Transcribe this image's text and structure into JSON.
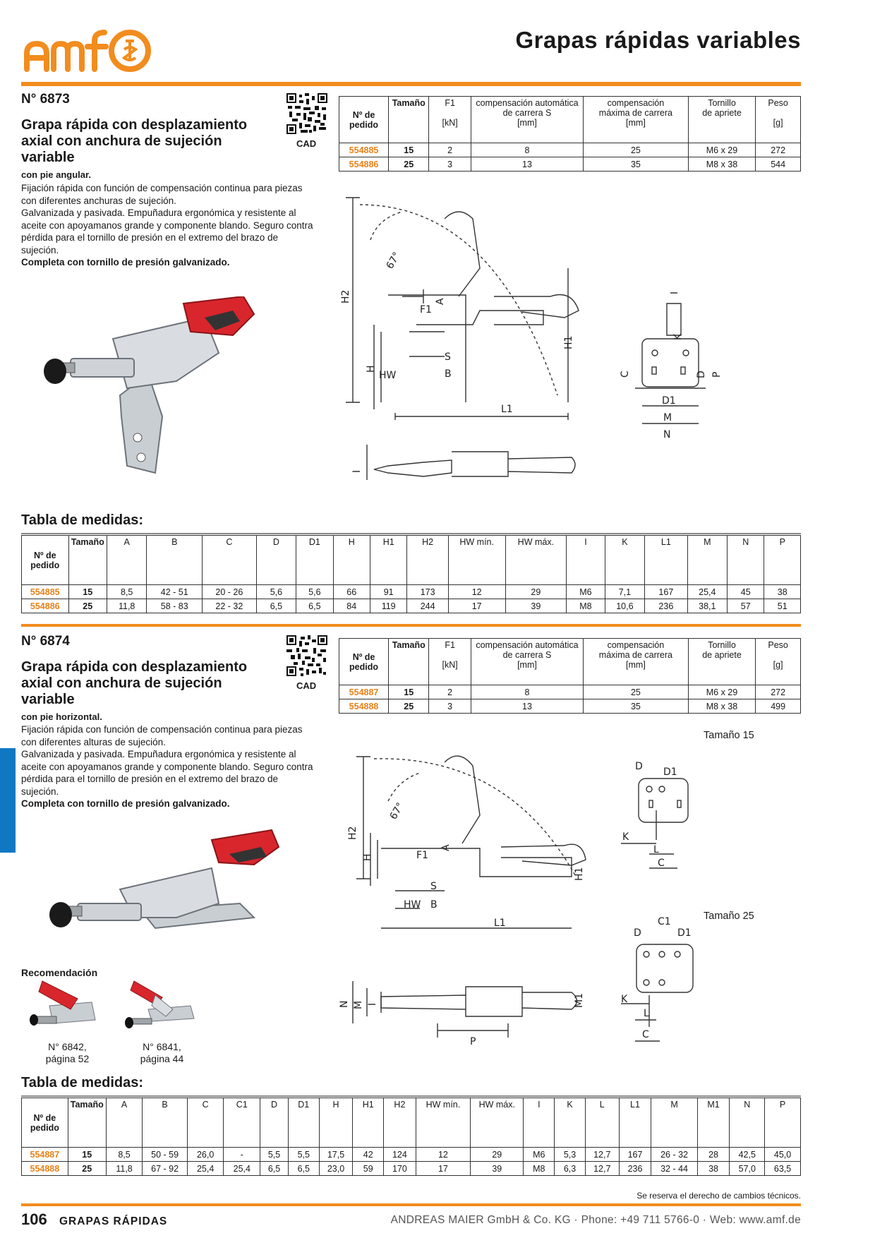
{
  "header": {
    "logo_text": "amf",
    "title": "Grapas rápidas variables"
  },
  "colors": {
    "accent": "#f28c1e",
    "article": "#e8821a",
    "tab": "#1078c2",
    "handle_red": "#d8262c"
  },
  "product1": {
    "number": "N° 6873",
    "name": "Grapa rápida con desplazamiento axial con anchura de sujeción variable",
    "subtitle": "con pie angular.",
    "desc1": "Fijación rápida con función de compensación continua para piezas con diferentes anchuras de sujeción.",
    "desc2": "Galvanizada y pasivada. Empuñadura ergonómica y resistente al aceite con apoyamanos grande y componente blando. Seguro contra pérdida para el tornillo de presión en el extremo del brazo de sujeción.",
    "desc3": "Completa con tornillo de presión galvanizado.",
    "cad": "CAD",
    "spec_headers": [
      "Nº de pedido",
      "Tamaño",
      "F1\n\n[kN]",
      "compensación automática de carrera S\n[mm]",
      "compensación máxima de carrera\n[mm]",
      "Tornillo de apriete",
      "Peso\n\n[g]"
    ],
    "spec_rows": [
      [
        "554885",
        "15",
        "2",
        "8",
        "25",
        "M6 x 29",
        "272"
      ],
      [
        "554886",
        "25",
        "3",
        "13",
        "35",
        "M8 x 38",
        "544"
      ]
    ],
    "dim_title": "Tabla de medidas:",
    "dim_headers": [
      "Nº de pedido",
      "Tamaño",
      "A",
      "B",
      "C",
      "D",
      "D1",
      "H",
      "H1",
      "H2",
      "HW mín.",
      "HW máx.",
      "I",
      "K",
      "L1",
      "M",
      "N",
      "P"
    ],
    "dim_rows": [
      [
        "554885",
        "15",
        "8,5",
        "42 - 51",
        "20 - 26",
        "5,6",
        "5,6",
        "66",
        "91",
        "173",
        "12",
        "29",
        "M6",
        "7,1",
        "167",
        "25,4",
        "45",
        "38"
      ],
      [
        "554886",
        "25",
        "11,8",
        "58 - 83",
        "22 - 32",
        "6,5",
        "6,5",
        "84",
        "119",
        "244",
        "17",
        "39",
        "M8",
        "10,6",
        "236",
        "38,1",
        "57",
        "51"
      ]
    ]
  },
  "product2": {
    "number": "N° 6874",
    "name": "Grapa rápida con desplazamiento axial con anchura de sujeción variable",
    "subtitle": "con pie horizontal.",
    "desc1": "Fijación rápida con función de compensación continua para piezas con diferentes alturas de sujeción.",
    "desc2": "Galvanizada y pasivada. Empuñadura ergonómica y resistente al aceite con apoyamanos grande y componente blando. Seguro contra pérdida para el tornillo de presión en el extremo del brazo de sujeción.",
    "desc3": "Completa con tornillo de presión galvanizado.",
    "cad": "CAD",
    "spec_headers": [
      "Nº de pedido",
      "Tamaño",
      "F1\n\n[kN]",
      "compensación automática de carrera S\n[mm]",
      "compensación máxima de carrera\n[mm]",
      "Tornillo de apriete",
      "Peso\n\n[g]"
    ],
    "spec_rows": [
      [
        "554887",
        "15",
        "2",
        "8",
        "25",
        "M6 x 29",
        "272"
      ],
      [
        "554888",
        "25",
        "3",
        "13",
        "35",
        "M8 x 38",
        "499"
      ]
    ],
    "size15_label": "Tamaño 15",
    "size25_label": "Tamaño 25",
    "recommendation_title": "Recomendación",
    "recommendations": [
      {
        "caption": "N° 6842,\npágina 52"
      },
      {
        "caption": "N° 6841,\npágina 44"
      }
    ],
    "dim_title": "Tabla de medidas:",
    "dim_headers": [
      "Nº de pedido",
      "Tamaño",
      "A",
      "B",
      "C",
      "C1",
      "D",
      "D1",
      "H",
      "H1",
      "H2",
      "HW mín.",
      "HW máx.",
      "I",
      "K",
      "L",
      "L1",
      "M",
      "M1",
      "N",
      "P"
    ],
    "dim_rows": [
      [
        "554887",
        "15",
        "8,5",
        "50 - 59",
        "26,0",
        "-",
        "5,5",
        "5,5",
        "17,5",
        "42",
        "124",
        "12",
        "29",
        "M6",
        "5,3",
        "12,7",
        "167",
        "26 - 32",
        "28",
        "42,5",
        "45,0"
      ],
      [
        "554888",
        "25",
        "11,8",
        "67 - 92",
        "25,4",
        "25,4",
        "6,5",
        "6,5",
        "23,0",
        "59",
        "170",
        "17",
        "39",
        "M8",
        "6,3",
        "12,7",
        "236",
        "32 - 44",
        "38",
        "57,0",
        "63,5"
      ]
    ]
  },
  "footer": {
    "disclaimer": "Se reserva el derecho de cambios técnicos.",
    "page_number": "106",
    "section": "GRAPAS RÁPIDAS",
    "company": "ANDREAS MAIER GmbH & Co. KG · Phone: +49 711 5766-0 · Web: www.amf.de"
  }
}
